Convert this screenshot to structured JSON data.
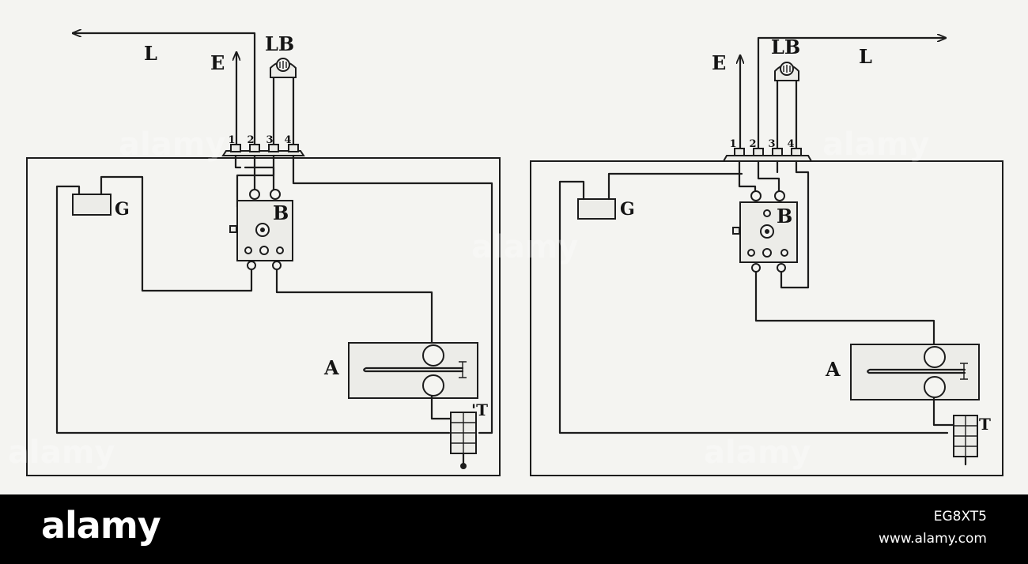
{
  "diagram": {
    "left": {
      "line": "L",
      "earth": "E",
      "bell": "LB",
      "terminals": [
        "1",
        "2",
        "3",
        "4"
      ],
      "battery": "G",
      "box": "B",
      "instrument": "A",
      "key": "'T"
    },
    "right": {
      "line": "L",
      "earth": "E",
      "bell": "LB",
      "terminals": [
        "1",
        "2",
        "3",
        "4"
      ],
      "battery": "G",
      "box": "B",
      "instrument": "A",
      "key": "T"
    }
  },
  "watermark": "alamy",
  "footer": {
    "brand": "alamy",
    "image_id": "EG8XT5",
    "url": "www.alamy.com"
  },
  "colors": {
    "paper": "#f4f4f1",
    "ink": "#1c1c1c",
    "footer_bg": "#000000",
    "footer_text": "#ffffff"
  }
}
